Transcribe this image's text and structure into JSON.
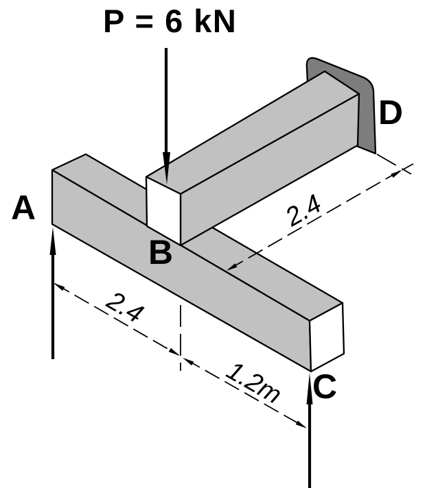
{
  "force": {
    "label": "P = 6 kN"
  },
  "points": {
    "a": "A",
    "b": "B",
    "c": "C",
    "d": "D"
  },
  "dimensions": {
    "a_to_b": "2.4",
    "b_to_c": "1.2m",
    "b_to_d": "2.4"
  },
  "colors": {
    "beam_face": "#c1c1c1",
    "end_face": "#ffffff",
    "bracket": "#7d7d7d",
    "edge": "#000000",
    "background": "#ffffff"
  }
}
